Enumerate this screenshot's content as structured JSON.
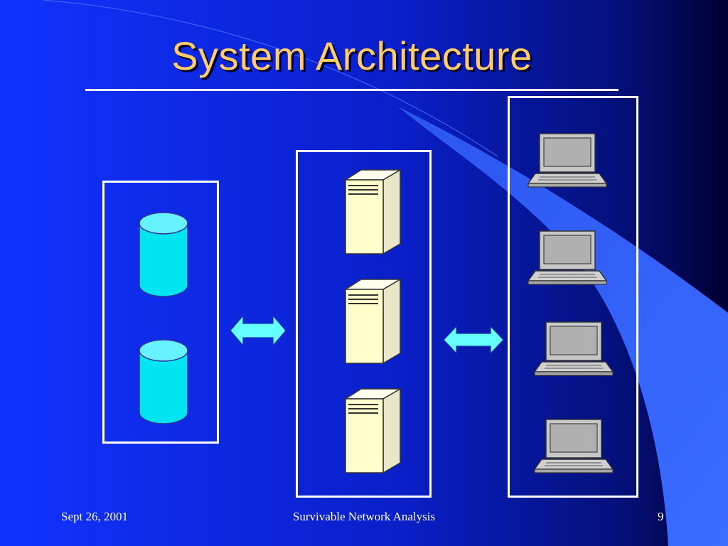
{
  "slide": {
    "title": "System Architecture",
    "footer_left": "Sept 26, 2001",
    "footer_center": "Survivable Network Analysis",
    "page_number": "9"
  },
  "diagram": {
    "tiers": [
      {
        "name": "databases",
        "icon": "database-cylinder-icon",
        "count": 2
      },
      {
        "name": "servers",
        "icon": "server-tower-icon",
        "count": 3
      },
      {
        "name": "clients",
        "icon": "laptop-icon",
        "count": 4
      }
    ],
    "connectors": [
      {
        "between": [
          "databases",
          "servers"
        ],
        "icon": "bidirectional-arrow-icon"
      },
      {
        "between": [
          "servers",
          "clients"
        ],
        "icon": "bidirectional-arrow-icon"
      }
    ]
  },
  "colors": {
    "title": "#FFCC66",
    "background_left": "#1133FF",
    "background_right": "#000033",
    "accent_swoosh": "#3366FF",
    "database": "#00E5F0",
    "arrow": "#66FFFF",
    "server": "#FFFFCC",
    "laptop": "#C0C0C0"
  }
}
